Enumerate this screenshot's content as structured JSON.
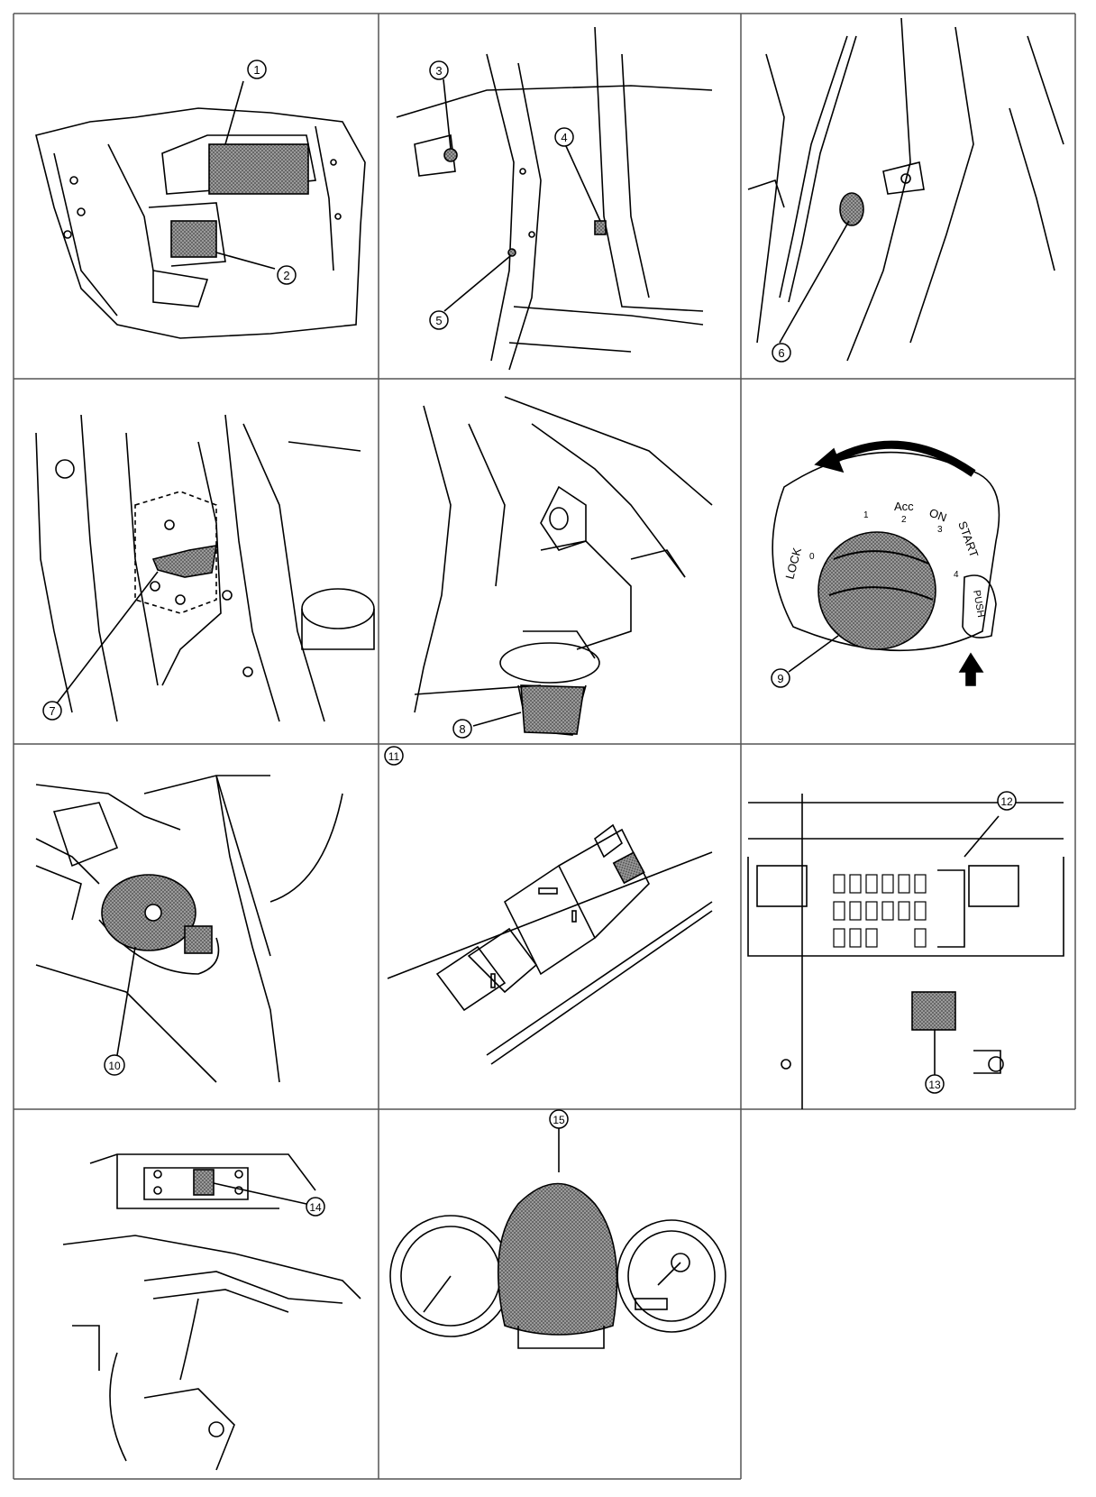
{
  "figure": {
    "panels": [
      {
        "id": "p1",
        "callouts": [
          "1",
          "2"
        ]
      },
      {
        "id": "p2",
        "callouts": [
          "3",
          "4",
          "5"
        ]
      },
      {
        "id": "p3",
        "callouts": [
          "6"
        ]
      },
      {
        "id": "p4",
        "callouts": [
          "7"
        ]
      },
      {
        "id": "p5",
        "callouts": [
          "8"
        ]
      },
      {
        "id": "p6",
        "callouts": [
          "9"
        ]
      },
      {
        "id": "p7",
        "callouts": [
          "10"
        ]
      },
      {
        "id": "p8",
        "callouts": [
          "11"
        ]
      },
      {
        "id": "p9",
        "callouts": [
          "12",
          "13"
        ]
      },
      {
        "id": "p10",
        "callouts": [
          "14"
        ]
      },
      {
        "id": "p11",
        "callouts": [
          "15"
        ]
      }
    ],
    "ignition_labels": {
      "lock": "LOCK",
      "pos0": "0",
      "pos1": "1",
      "acc": "Acc",
      "pos2": "2",
      "on": "ON",
      "pos3": "3",
      "start": "START",
      "pos4": "4",
      "push": "PUSH"
    },
    "colors": {
      "line": "#000000",
      "shade": "#8a8a8a",
      "grid": "#555555"
    }
  }
}
